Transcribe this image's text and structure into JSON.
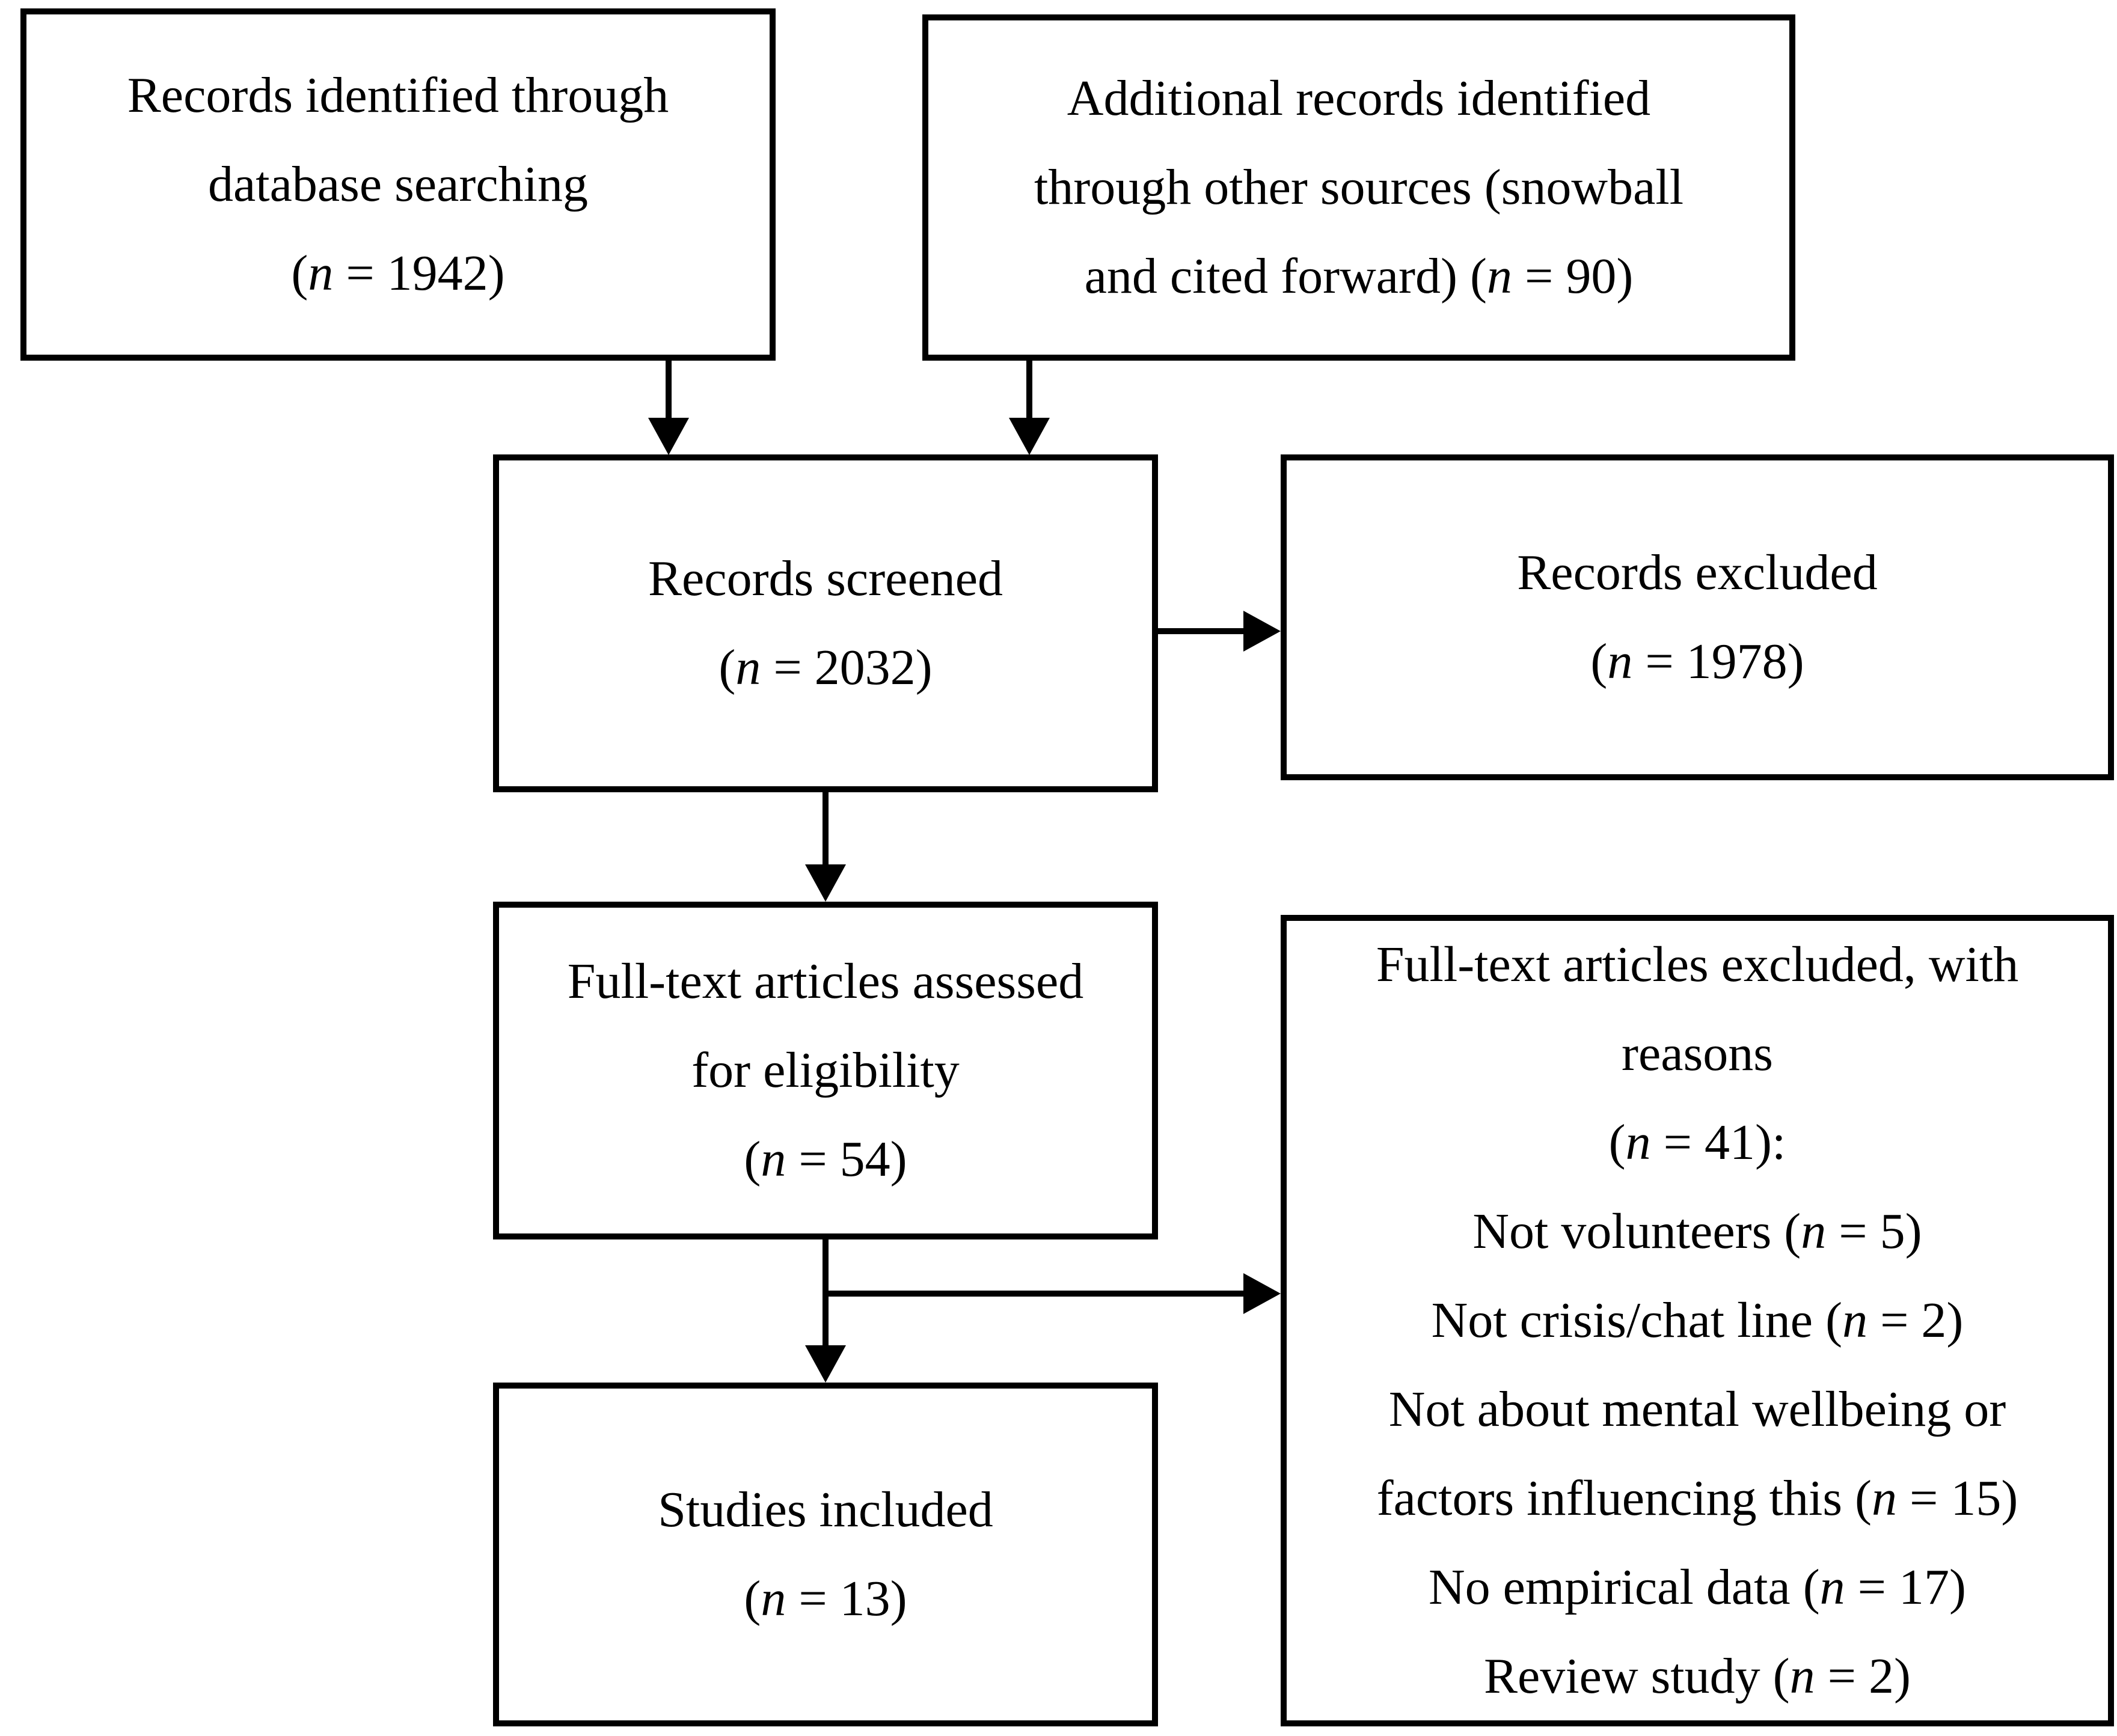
{
  "diagram": {
    "kind": "study-selection-flow",
    "colors": {
      "background": "#ffffff",
      "border": "#000000",
      "text": "#000000"
    },
    "boxes": [
      {
        "id": "records-identified-database",
        "n": 1942,
        "lines": [
          "Records identified through",
          "database searching",
          "(n = 1942)"
        ]
      },
      {
        "id": "records-identified-other-sources",
        "n": 90,
        "lines": [
          "Additional records identified",
          "through other sources (snowball",
          "and cited forward) (n = 90)"
        ]
      },
      {
        "id": "records-screened",
        "n": 2032,
        "lines": [
          "Records screened",
          "(n = 2032)"
        ]
      },
      {
        "id": "records-excluded",
        "n": 1978,
        "lines": [
          "Records excluded",
          "(n = 1978)"
        ]
      },
      {
        "id": "fulltext-assessed",
        "n": 54,
        "lines": [
          "Full-text articles assessed",
          "for eligibility",
          "(n = 54)"
        ]
      },
      {
        "id": "fulltext-excluded",
        "n": 41,
        "lines": [
          "Full-text articles excluded, with",
          "reasons",
          "(n = 41):",
          "Not volunteers (n = 5)",
          "Not crisis/chat line (n = 2)",
          "Not about mental wellbeing or",
          "factors influencing this (n = 15)",
          "No empirical data (n = 17)",
          "Review study (n = 2)"
        ]
      },
      {
        "id": "studies-included",
        "n": 13,
        "lines": [
          "Studies included",
          "(n = 13)"
        ]
      }
    ]
  }
}
